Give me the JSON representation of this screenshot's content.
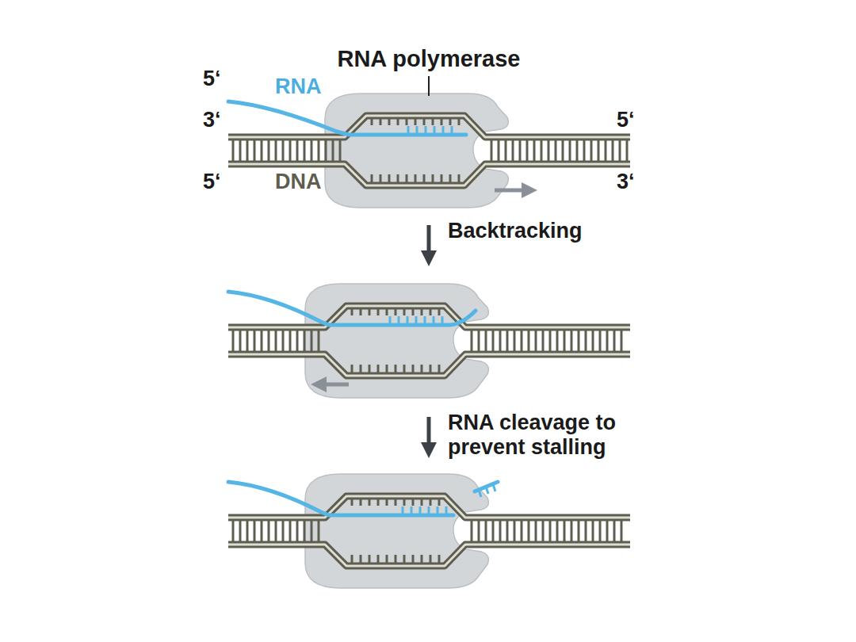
{
  "diagram": {
    "labels": [
      "RNA polymerase",
      "5‘",
      "RNA",
      "3‘",
      "5‘",
      "5‘",
      "DNA",
      "3‘",
      "Backtracking",
      "RNA cleavage to prevent stalling"
    ]
  }
}
